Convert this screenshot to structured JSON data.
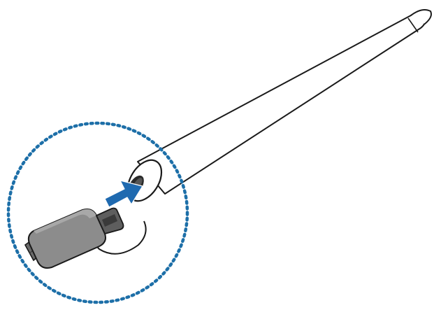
{
  "colors": {
    "background": "#ffffff",
    "outline": "#1a1a1a",
    "callout_dots": "#1d6fa8",
    "arrow_fill": "#1f6ab0",
    "connector_fill": "#8c8c8c",
    "connector_dark": "#5e5e5e",
    "port_dark": "#2a2a2a"
  },
  "illustration": {
    "subject": "stylus-pen-charging-port",
    "connector": "usb-cable-connector",
    "arrow_direction": "insert-toward-port",
    "callout": "dotted-magnifier-circle"
  }
}
